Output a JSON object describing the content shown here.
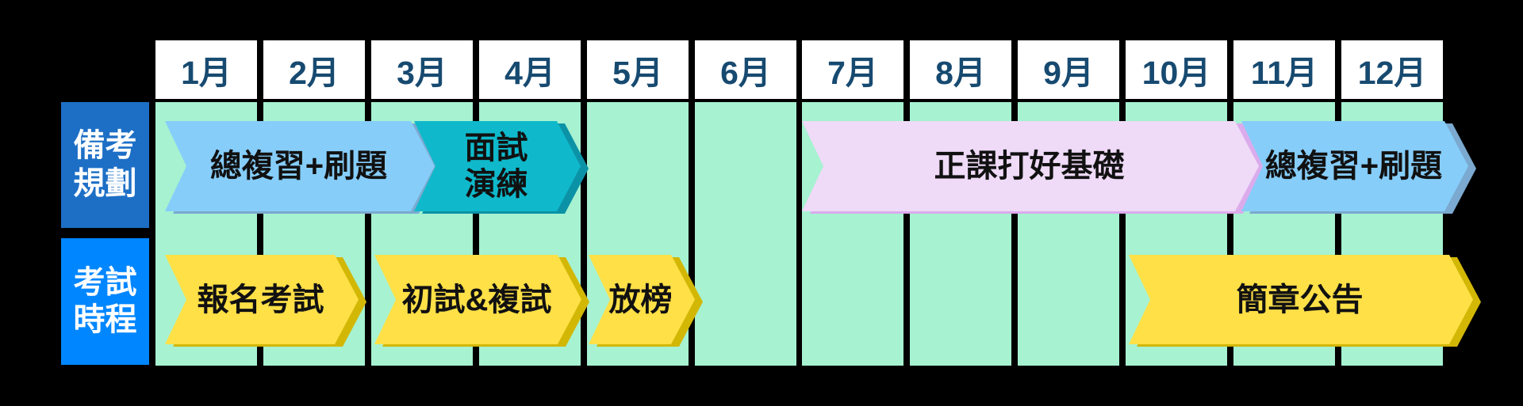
{
  "background_color": "#000000",
  "months": {
    "labels": [
      "1月",
      "2月",
      "3月",
      "4月",
      "5月",
      "6月",
      "7月",
      "8月",
      "9月",
      "10月",
      "11月",
      "12月"
    ],
    "cell_color": "#FFFFFF",
    "text_color": "#174A70"
  },
  "grid": {
    "cell_color": "#A6F2D1",
    "line_color": "#000000"
  },
  "row_headers": [
    {
      "label": "備考\n規劃",
      "color": "#1D6FC6",
      "text_color": "#FFFFFF"
    },
    {
      "label": "考試\n時程",
      "color": "#0086FF",
      "text_color": "#FFFFFF"
    }
  ],
  "plan": {
    "arrows": [
      {
        "label": "總複習+刷題",
        "fill": "#86CDFA",
        "shadow": "#7BA9CF",
        "span": [
          "1月",
          "3月"
        ]
      },
      {
        "label": "面試\n演練",
        "fill": "#0FB9CB",
        "shadow": "#0C92A6",
        "span": [
          "3月",
          "4月"
        ]
      },
      {
        "label": "正課打好基礎",
        "fill": "#EFDAF7",
        "shadow": "#DBABEC",
        "span": [
          "7月",
          "10月"
        ]
      },
      {
        "label": "總複習+刷題",
        "fill": "#86CDFA",
        "shadow": "#7BA9CF",
        "span": [
          "11月",
          "12月"
        ]
      }
    ]
  },
  "schedule": {
    "arrows": [
      {
        "label": "報名考試",
        "fill": "#FFE047",
        "shadow": "#D3B705",
        "span": [
          "1月",
          "2月"
        ]
      },
      {
        "label": "初試&複試",
        "fill": "#FFE047",
        "shadow": "#D3B705",
        "span": [
          "3月",
          "4月"
        ]
      },
      {
        "label": "放榜",
        "fill": "#FFE047",
        "shadow": "#D3B705",
        "span": [
          "5月",
          "5月"
        ]
      },
      {
        "label": "簡章公告",
        "fill": "#FFE047",
        "shadow": "#D3B705",
        "span": [
          "10月",
          "12月"
        ]
      }
    ]
  }
}
